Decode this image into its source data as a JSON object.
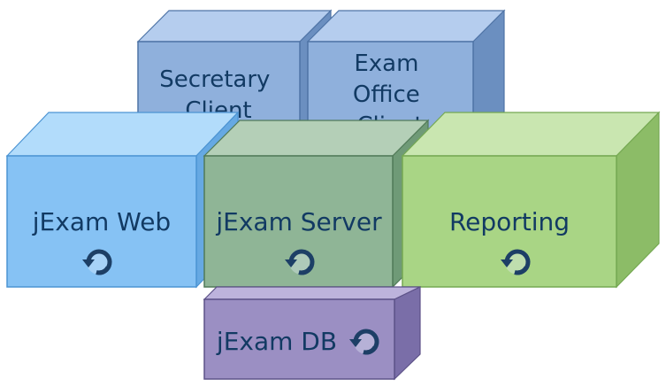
{
  "boxes": {
    "secretary": {
      "lines": [
        "Secretary",
        "Client"
      ],
      "colors": {
        "front": "#8fb0dc",
        "top": "#b5cdee",
        "side": "#6b8fc0",
        "stroke": "#4f74a6"
      }
    },
    "exam_office": {
      "lines": [
        "Exam",
        "Office",
        "Client"
      ],
      "colors": {
        "front": "#8fb0dc",
        "top": "#b5cdee",
        "side": "#6b8fc0",
        "stroke": "#4f74a6"
      }
    },
    "web": {
      "lines": [
        "jExam Web"
      ],
      "icon": "refresh-icon",
      "colors": {
        "front": "#86c2f4",
        "top": "#b2dcfb",
        "side": "#66a9e3",
        "stroke": "#4c94d3"
      }
    },
    "server": {
      "lines": [
        "jExam Server"
      ],
      "icon": "refresh-icon",
      "colors": {
        "front": "#8fb596",
        "top": "#b4cfb7",
        "side": "#6f9a77",
        "stroke": "#517a58"
      }
    },
    "reporting": {
      "lines": [
        "Reporting"
      ],
      "icon": "refresh-icon",
      "colors": {
        "front": "#a9d585",
        "top": "#c9e6b0",
        "side": "#8cbc67",
        "stroke": "#75a852"
      }
    },
    "db": {
      "lines": [
        "jExam DB"
      ],
      "icon": "refresh-icon",
      "colors": {
        "front": "#9b8fc3",
        "top": "#bdb3dc",
        "side": "#7a6ea8",
        "stroke": "#5d5288"
      }
    }
  },
  "icon_color": "#1d3f66"
}
